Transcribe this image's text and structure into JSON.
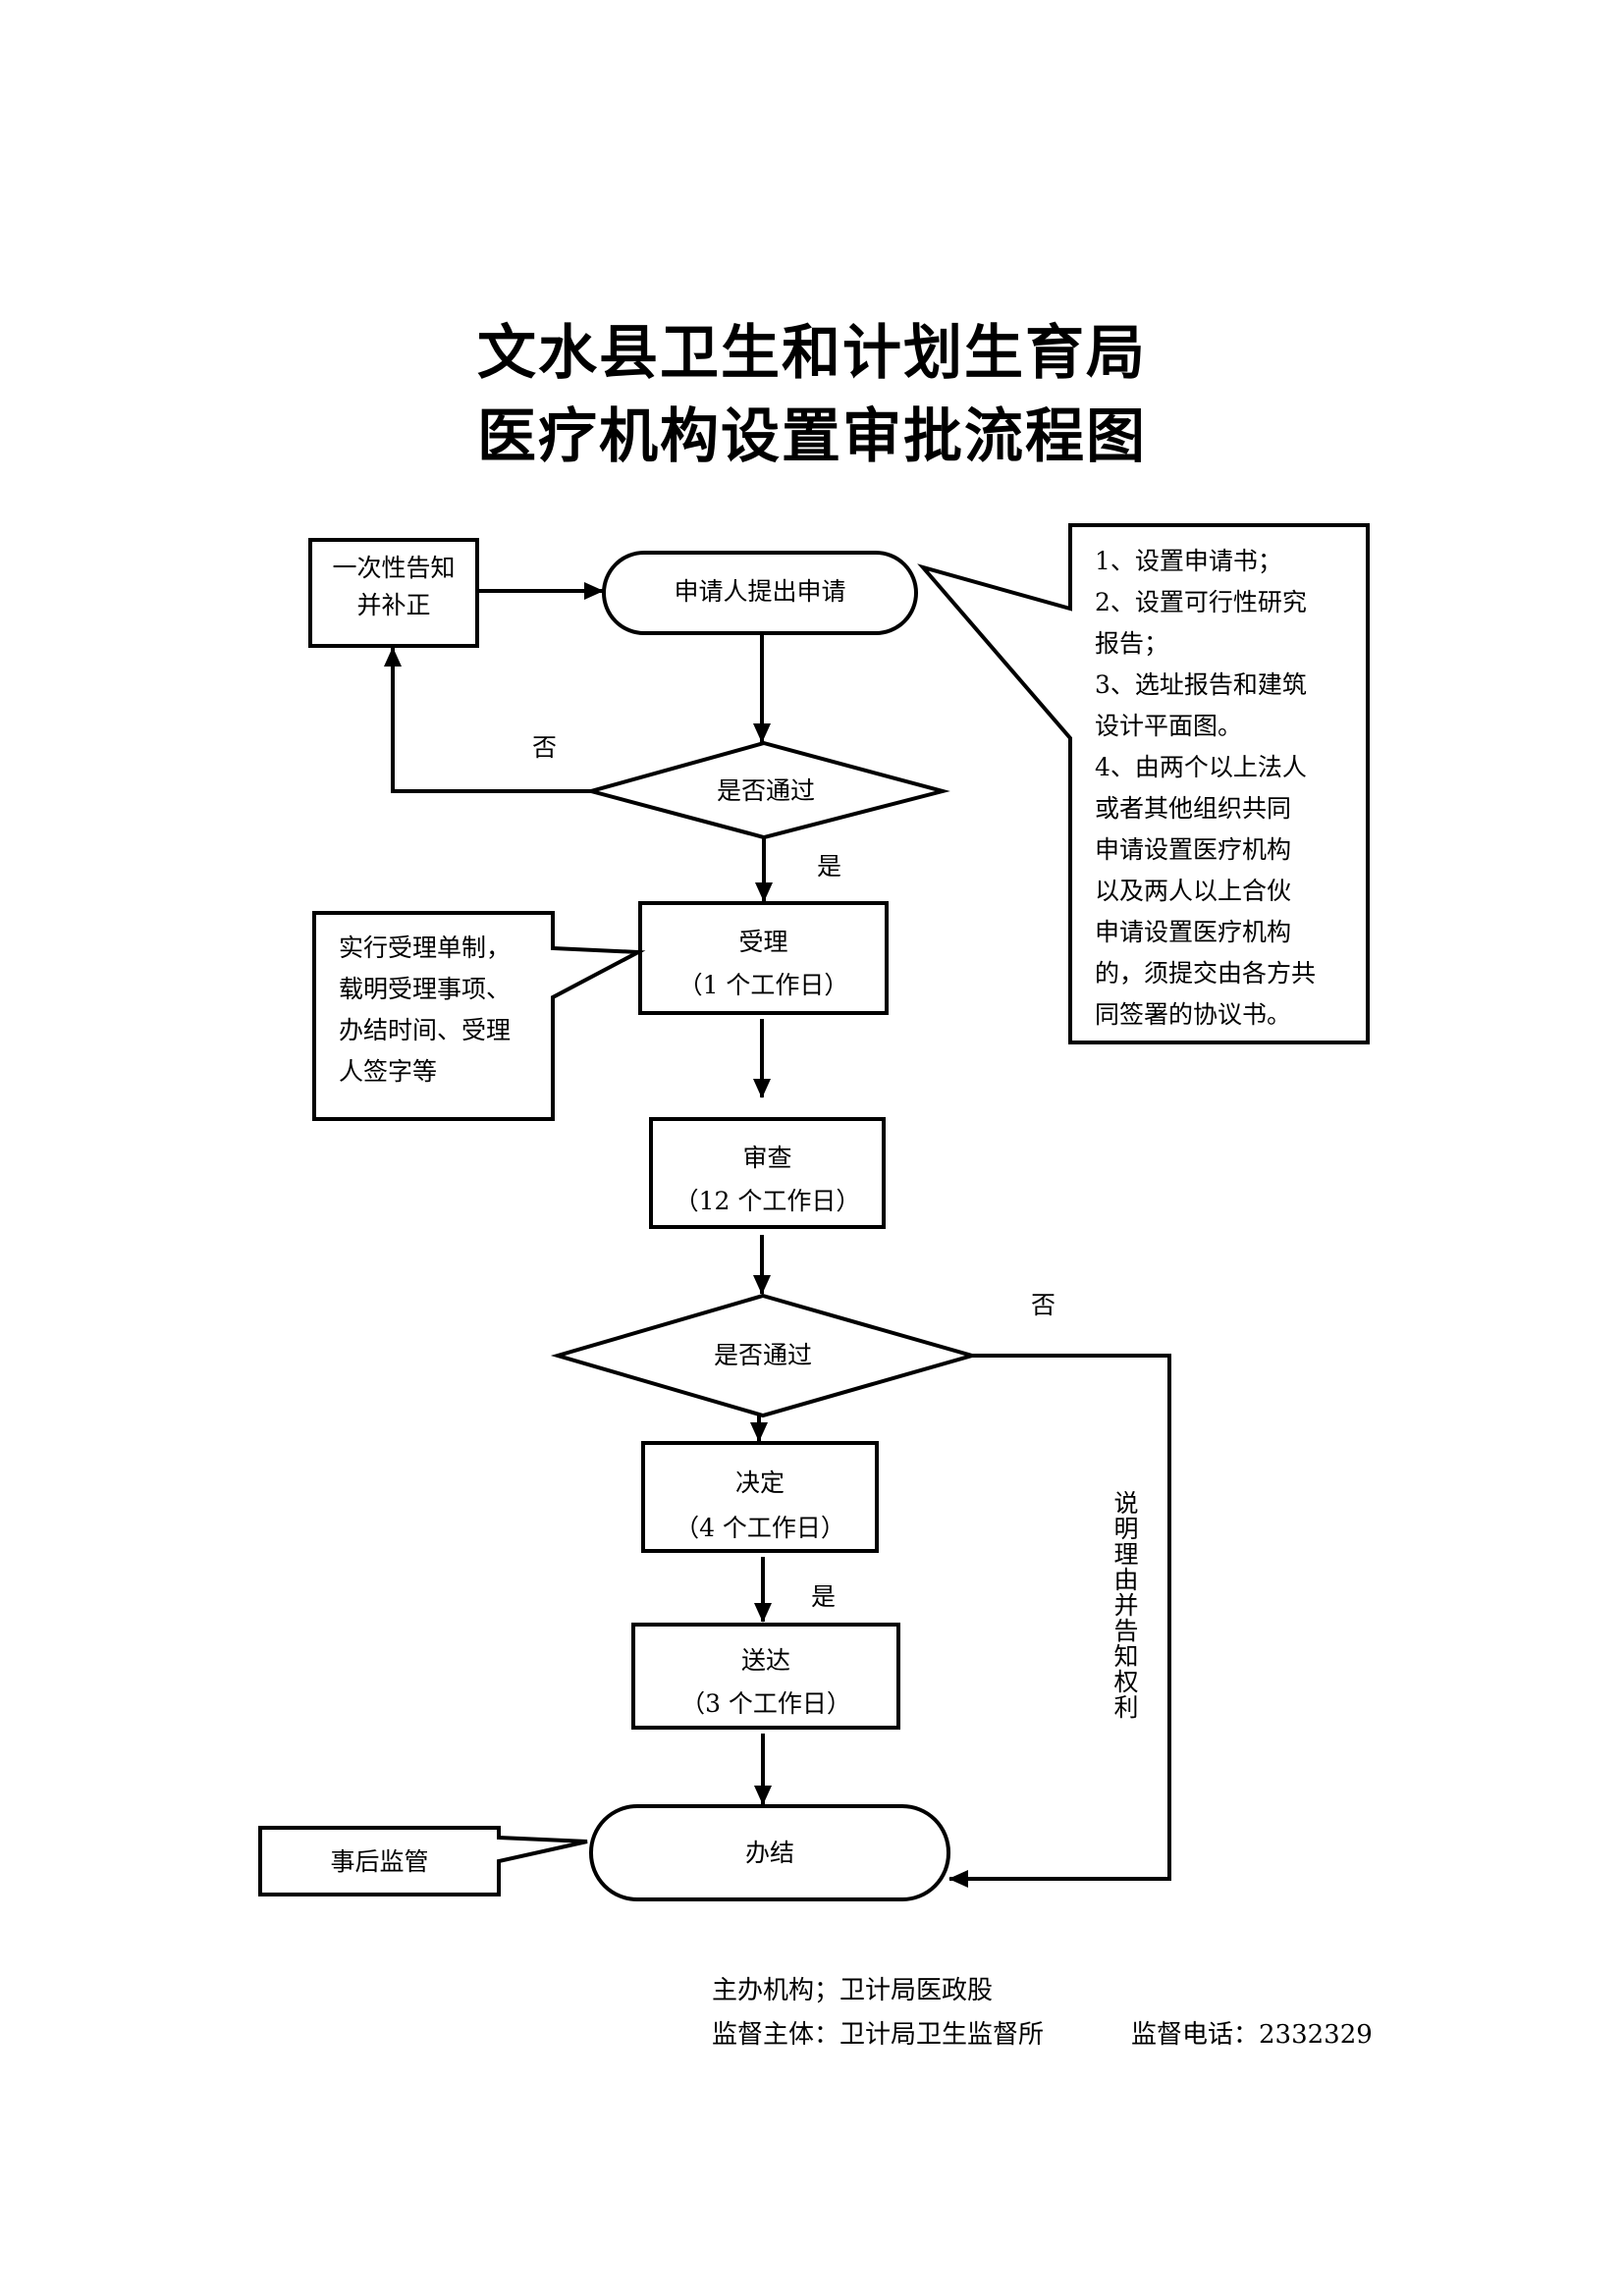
{
  "title": {
    "line1": "文水县卫生和计划生育局",
    "line2": "医疗机构设置审批流程图"
  },
  "nodes": {
    "correction": {
      "line1": "一次性告知",
      "line2": "并补正"
    },
    "apply": {
      "label": "申请人提出申请"
    },
    "decision1": {
      "label": "是否通过"
    },
    "accept": {
      "label": "受理",
      "duration": "（1 个工作日）"
    },
    "review": {
      "label": "审查",
      "duration": "（12 个工作日）"
    },
    "decision2": {
      "label": "是否通过"
    },
    "decide": {
      "label": "决定",
      "duration": "（4 个工作日）"
    },
    "deliver": {
      "label": "送达",
      "duration": "（3 个工作日）"
    },
    "finish": {
      "label": "办结"
    }
  },
  "edges": {
    "decision1_no": "否",
    "decision1_yes": "是",
    "decision2_no": "否",
    "decide_yes": "是",
    "reject_explanation": "说明理由并告知权利"
  },
  "callouts": {
    "materials": [
      "1、设置申请书；",
      "2、设置可行性研究",
      "报告；",
      "3、选址报告和建筑",
      "设计平面图。",
      "4、由两个以上法人",
      "或者其他组织共同",
      "申请设置医疗机构",
      "以及两人以上合伙",
      "申请设置医疗机构",
      "的，须提交由各方共",
      "同签署的协议书。"
    ],
    "acceptance": [
      "实行受理单制，",
      "载明受理事项、",
      "办结时间、受理",
      "人签字等"
    ],
    "supervision": "事后监管"
  },
  "footer": {
    "host_label": "主办机构；",
    "host_value": "卫计局医政股",
    "supervisor_label": "监督主体：",
    "supervisor_value": "卫计局卫生监督所",
    "phone_label": "监督电话：",
    "phone_value": "2332329"
  }
}
